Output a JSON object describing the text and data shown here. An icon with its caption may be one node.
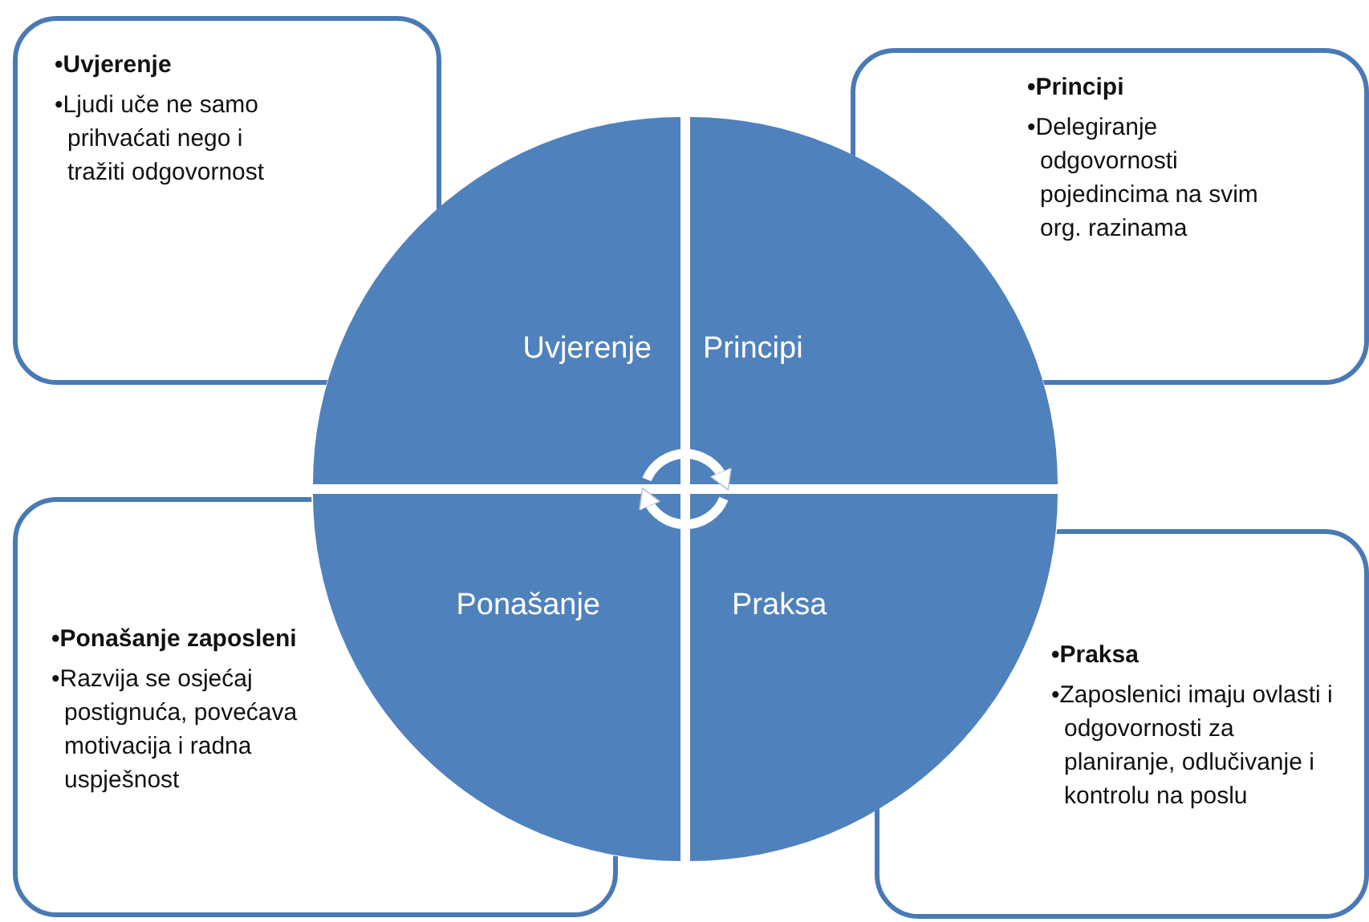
{
  "diagram": {
    "nodes": [
      {
        "text": [
          "•Uvjerenje",
          "•Ljudi uče ne samo prihvaćati nego i tražiti odgovornost"
        ]
      },
      {
        "text": [
          "•Principi",
          "•Delegiranje odgovornosti pojedincima na svim org. razinama"
        ]
      },
      {
        "text": [
          "Uvjerenje"
        ]
      },
      {
        "text": [
          "Principi"
        ]
      },
      {
        "text": [
          "•Ponašanje zaposleni",
          "•Razvija se osjećaj postignuća, povećava motivacija i radna uspješnost"
        ]
      },
      {
        "text": [
          "Ponašanje"
        ]
      },
      {
        "text": [
          "Praksa"
        ]
      },
      {
        "text": [
          "•Praksa",
          "•Zaposlenici imaju ovlasti i odgovornosti za planiranje, odlučivanje i kontrolu na poslu"
        ]
      }
    ],
    "edges": [
      {
        "from": 2,
        "to": 3,
        "arrow": "to"
      },
      {
        "from": 6,
        "to": 5,
        "arrow": "to"
      }
    ]
  }
}
